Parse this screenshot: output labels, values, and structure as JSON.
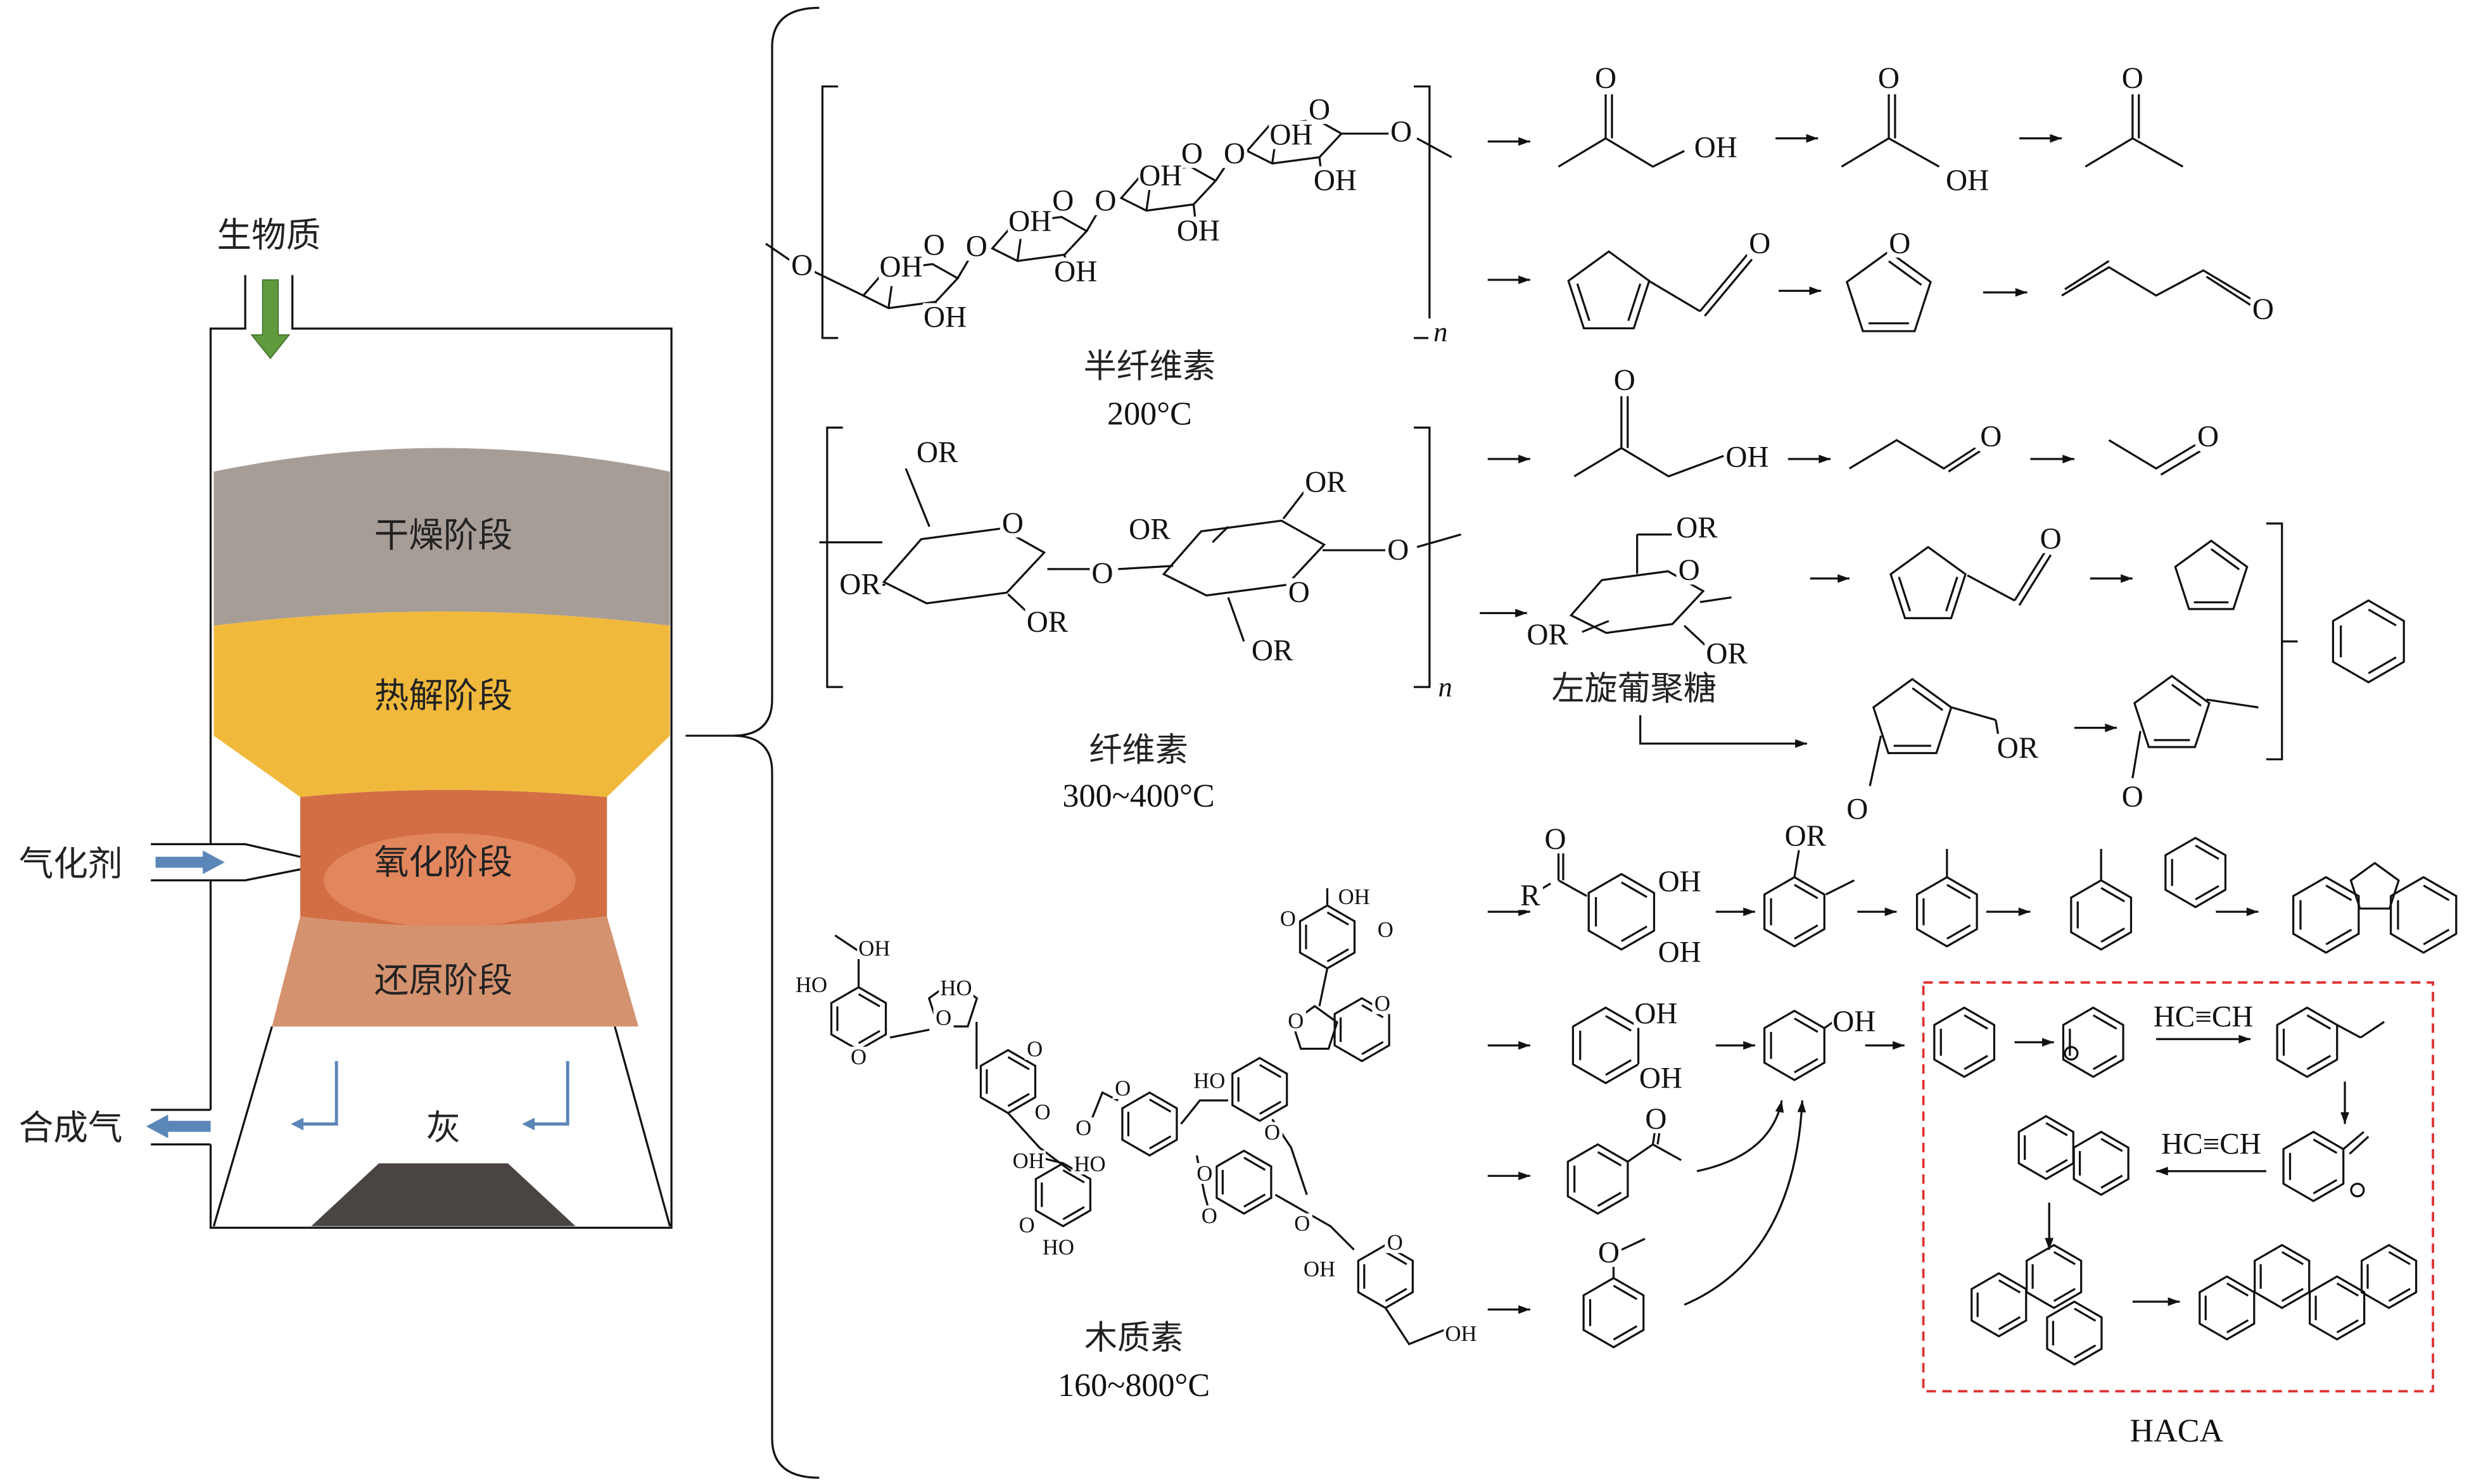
{
  "gasifier": {
    "feed_label": "生物质",
    "zones": [
      "干燥阶段",
      "热解阶段",
      "氧化阶段",
      "还原阶段"
    ],
    "ash_label": "灰",
    "agent_label": "气化剂",
    "syngas_label": "合成气",
    "colors": {
      "drying": "#a79d97",
      "pyrolysis": "#f0b93c",
      "oxidation": "#d9744a",
      "reduction": "#d4926f",
      "ash": "#4a4443",
      "flow_arrow": "#5b86b8",
      "feed_arrow": "#5f9a3c"
    }
  },
  "components": {
    "hemicellulose": {
      "name": "半纤维素",
      "temp": "200°C"
    },
    "cellulose": {
      "name": "纤维素",
      "temp": "300~400°C"
    },
    "lignin": {
      "name": "木质素",
      "temp": "160~800°C"
    },
    "levoglucosan": "左旋葡聚糖"
  },
  "structures": {
    "labels": [
      "O",
      "O",
      "OH",
      "OH",
      "O",
      "O",
      "OH",
      "OH",
      "O",
      "O",
      "OH",
      "OH",
      "O",
      "O",
      "OH",
      "OH",
      "O",
      "n",
      "OR",
      "O",
      "OR",
      "OR",
      "O",
      "OR",
      "OR",
      "O",
      "OR",
      "O",
      "n",
      "O",
      "OH",
      "O",
      "OH",
      "O",
      "O",
      "O",
      "O",
      "O",
      "OH",
      "O",
      "O",
      "OR",
      "O",
      "OR",
      "OR",
      "O",
      "OR",
      "O",
      "O",
      "R",
      "O",
      "OH",
      "OH",
      "OR",
      "OH",
      "OH",
      "OH",
      "O",
      "O",
      "HC≡CH",
      "HC≡CH",
      "HACA",
      "OH",
      "HO",
      "HO",
      "O",
      "O",
      "O",
      "O",
      "O",
      "OH",
      "HO",
      "O",
      "O",
      "HO",
      "O",
      "O",
      "OH",
      "O",
      "O",
      "O",
      "O",
      "O",
      "O",
      "OH",
      "O",
      "HO",
      "OH"
    ],
    "haca_box_color": "#e03030"
  }
}
